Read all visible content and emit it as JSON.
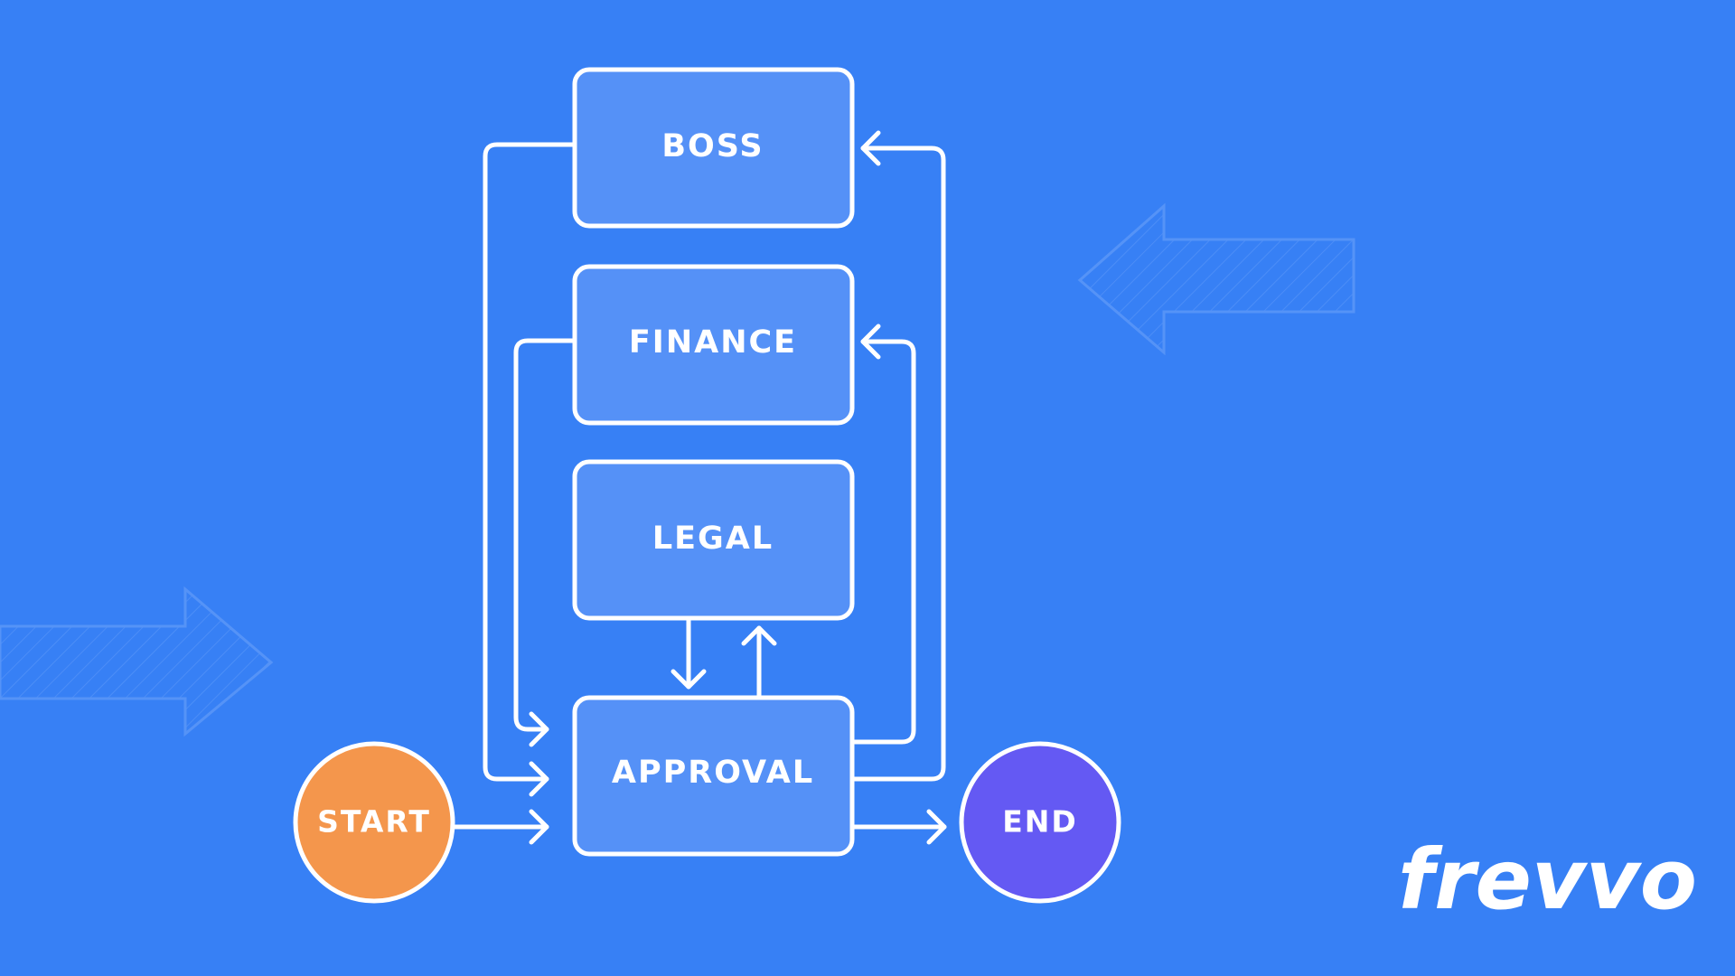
{
  "colors": {
    "background": "#3780F5",
    "box_fill": "#5591F7",
    "start_fill": "#F4964C",
    "end_fill": "#6459F3",
    "line": "#FFFFFF"
  },
  "diagram": {
    "boxes": {
      "boss": "BOSS",
      "finance": "FINANCE",
      "legal": "LEGAL",
      "approval": "APPROVAL"
    },
    "start": "START",
    "end": "END"
  },
  "logo": {
    "text": "frevvo"
  }
}
